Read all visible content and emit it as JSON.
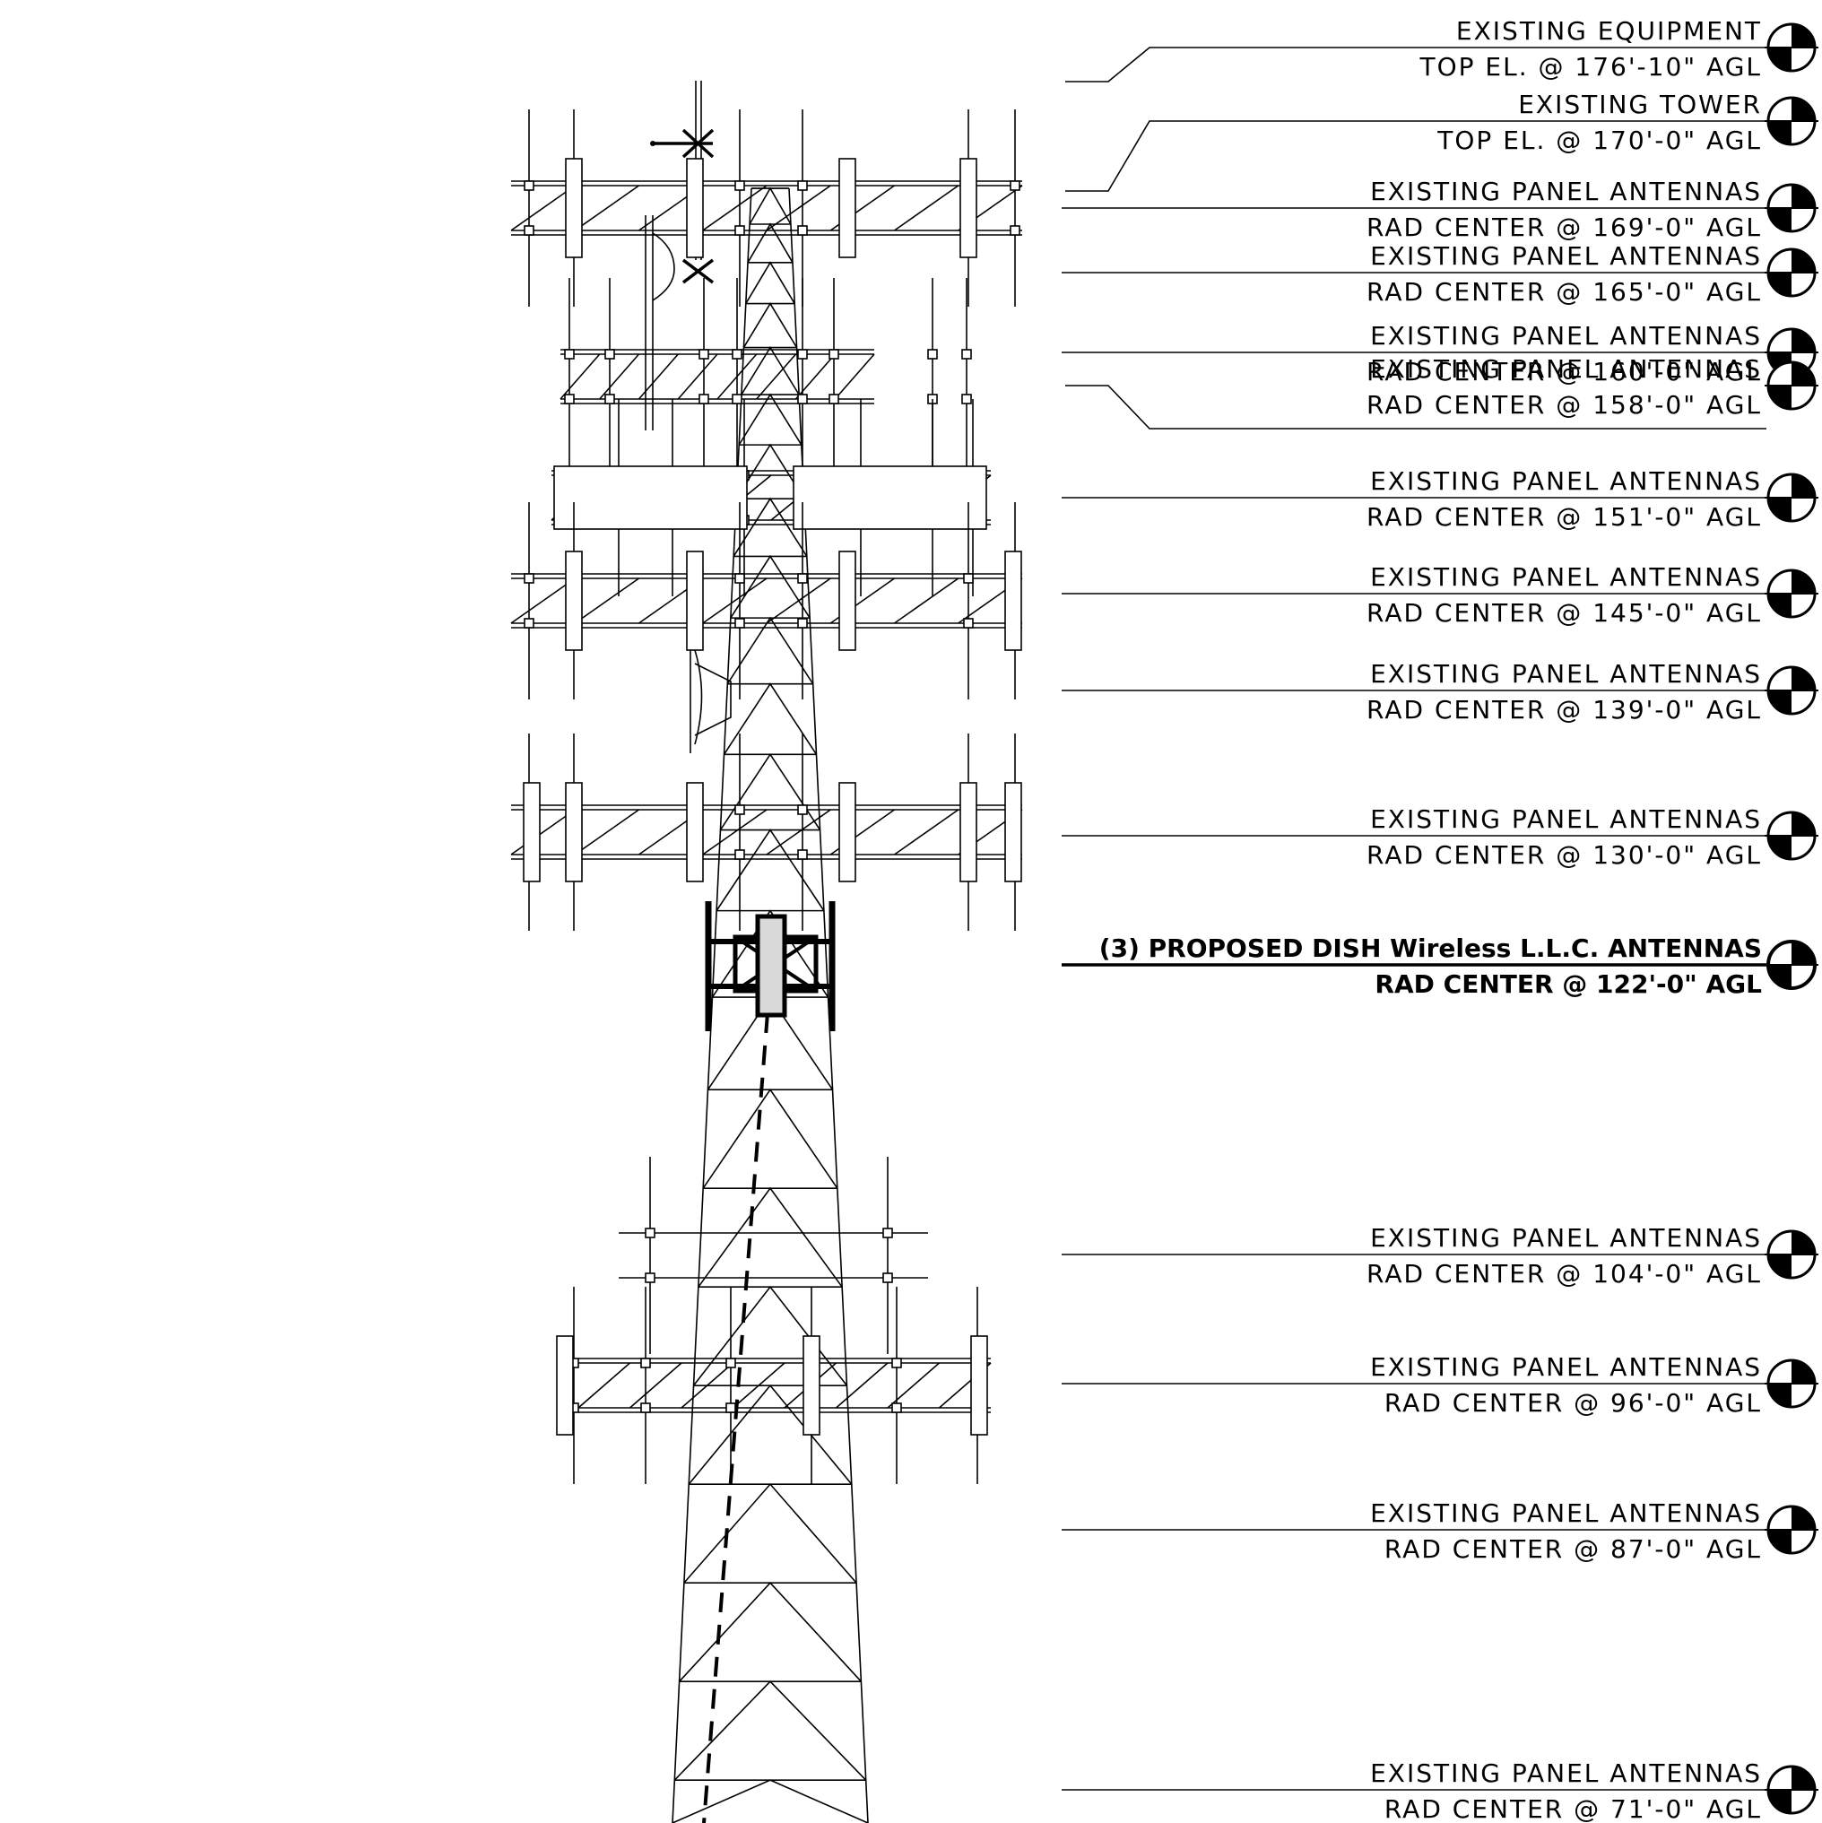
{
  "callouts": [
    {
      "line1": "EXISTING EQUIPMENT",
      "line2": "TOP EL. @ 176'-10\" AGL",
      "bold": false
    },
    {
      "line1": "EXISTING TOWER",
      "line2": "TOP EL. @ 170'-0\" AGL",
      "bold": false
    },
    {
      "line1": "EXISTING PANEL ANTENNAS",
      "line2": "RAD CENTER @ 169'-0\" AGL",
      "bold": false
    },
    {
      "line1": "EXISTING PANEL ANTENNAS",
      "line2": "RAD CENTER @ 165'-0\" AGL",
      "bold": false
    },
    {
      "line1": "EXISTING PANEL ANTENNAS",
      "line2": "RAD CENTER @ 160'-0\" AGL",
      "bold": false
    },
    {
      "line1": "EXISTING PANEL ANTENNAS",
      "line2": "RAD CENTER @ 158'-0\" AGL",
      "bold": false
    },
    {
      "line1": "EXISTING PANEL ANTENNAS",
      "line2": "RAD CENTER @ 151'-0\" AGL",
      "bold": false
    },
    {
      "line1": "EXISTING PANEL ANTENNAS",
      "line2": "RAD CENTER @ 145'-0\" AGL",
      "bold": false
    },
    {
      "line1": "EXISTING PANEL ANTENNAS",
      "line2": "RAD CENTER @ 139'-0\" AGL",
      "bold": false
    },
    {
      "line1": "EXISTING PANEL ANTENNAS",
      "line2": "RAD CENTER @ 130'-0\" AGL",
      "bold": false
    },
    {
      "line1": "(3) PROPOSED DISH Wireless L.L.C. ANTENNAS",
      "line2": "RAD CENTER @ 122'-0\" AGL",
      "bold": true
    },
    {
      "line1": "EXISTING PANEL ANTENNAS",
      "line2": "RAD CENTER @ 104'-0\" AGL",
      "bold": false
    },
    {
      "line1": "EXISTING PANEL ANTENNAS",
      "line2": "RAD CENTER @ 96'-0\" AGL",
      "bold": false
    },
    {
      "line1": "EXISTING PANEL ANTENNAS",
      "line2": "RAD CENTER @ 87'-0\" AGL",
      "bold": false
    },
    {
      "line1": "EXISTING PANEL ANTENNAS",
      "line2": "RAD CENTER @ 71'-0\" AGL",
      "bold": false
    }
  ]
}
